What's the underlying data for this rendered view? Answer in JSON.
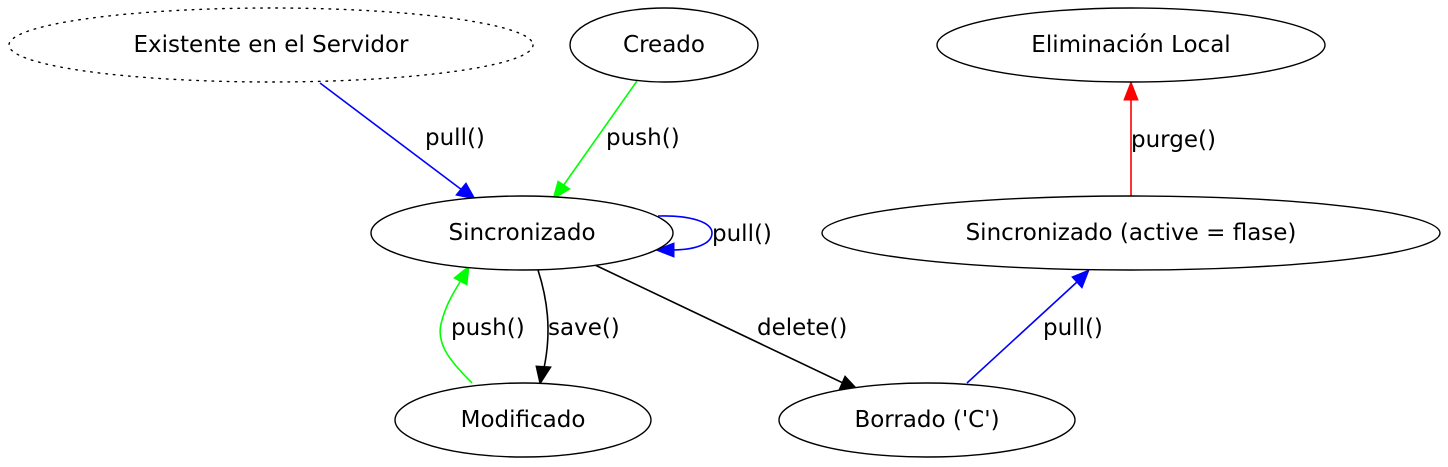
{
  "colors": {
    "blue": "#0000ff",
    "green": "#00ff00",
    "black": "#000000",
    "red": "#ff0000"
  },
  "nodes": {
    "existente": "Existente en el Servidor",
    "creado": "Creado",
    "eliminacion": "Eliminación Local",
    "sincronizado": "Sincronizado",
    "sincronizado_inactive": "Sincronizado (active = flase)",
    "modificado": "Modificado",
    "borrado": "Borrado ('C')"
  },
  "edges": [
    {
      "from": "Existente en el Servidor",
      "to": "Sincronizado",
      "label": "pull()",
      "color": "blue"
    },
    {
      "from": "Creado",
      "to": "Sincronizado",
      "label": "push()",
      "color": "green"
    },
    {
      "from": "Sincronizado",
      "to": "Sincronizado",
      "label": "pull()",
      "color": "blue"
    },
    {
      "from": "Sincronizado",
      "to": "Modificado",
      "label": "save()",
      "color": "black"
    },
    {
      "from": "Modificado",
      "to": "Sincronizado",
      "label": "push()",
      "color": "green"
    },
    {
      "from": "Sincronizado",
      "to": "Borrado ('C')",
      "label": "delete()",
      "color": "black"
    },
    {
      "from": "Borrado ('C')",
      "to": "Sincronizado (active = flase)",
      "label": "pull()",
      "color": "blue"
    },
    {
      "from": "Sincronizado (active = flase)",
      "to": "Eliminación Local",
      "label": "purge()",
      "color": "red"
    }
  ]
}
